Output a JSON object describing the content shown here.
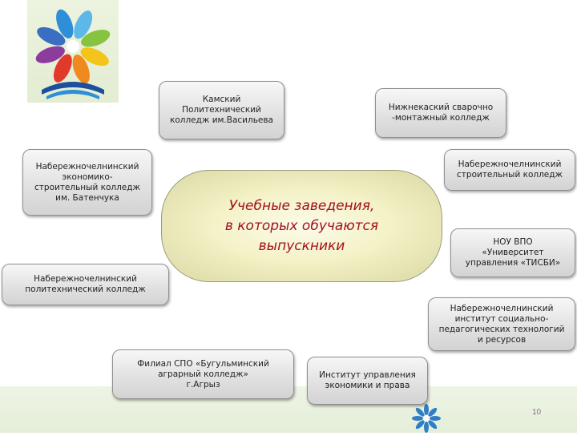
{
  "center": {
    "text": "Учебные заведения,\nв которых обучаются\nвыпускники"
  },
  "institutions": [
    "Камский\nПолитехнический\nколледж им.Васильева",
    "Нижнекаский сварочно\n-монтажный колледж",
    "Набережночелнинский\nэкономико-\nстроительный колледж\nим. Батенчука",
    "Набережночелнинский\nстроительный колледж",
    "НОУ ВПО\n«Университет\nуправления «ТИСБИ»",
    "Набережночелнинский\nполитехнический колледж",
    "Набережночелнинский\nинститут социально-\nпедагогических технологий\nи ресурсов",
    "Филиал СПО «Бугульминский\nаграрный колледж»\nг.Агрыз",
    "Институт управления\nэкономики и права"
  ],
  "page_number": "10",
  "colors": {
    "center_text": "#a40f1f",
    "logo_hands": [
      "#2e8fd8",
      "#5bb8e8",
      "#86c440",
      "#f3c51b",
      "#f08a1f",
      "#e23a2a",
      "#8c3c9c",
      "#3a6ec0"
    ]
  },
  "icons": {
    "logo": "colorful-hands-logo",
    "emblem": "blue-hands-emblem"
  }
}
